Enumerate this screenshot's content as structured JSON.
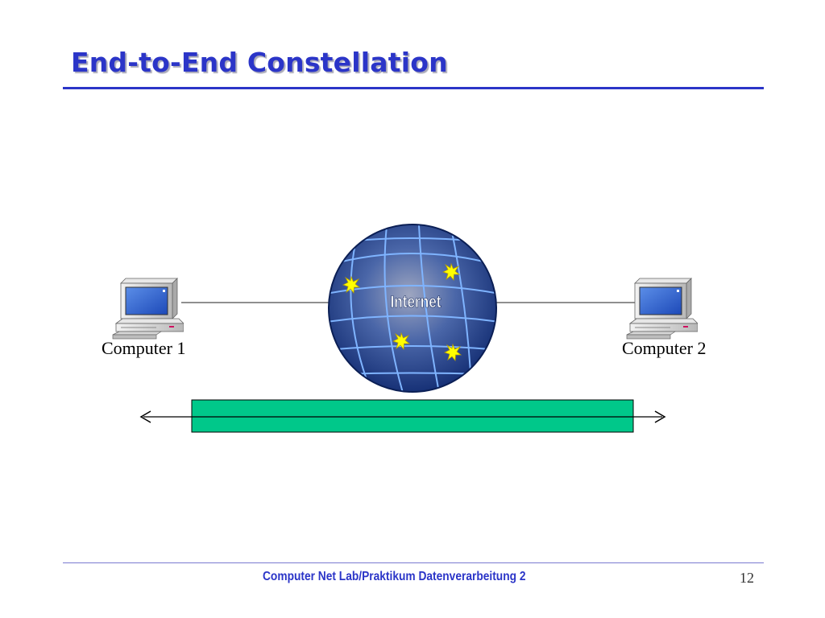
{
  "slide": {
    "title": "End-to-End Constellation",
    "footer": "Computer Net Lab/Praktikum Datenverarbeitung 2",
    "page_number": "12"
  },
  "diagram": {
    "nodes": [
      {
        "id": "computer-1",
        "label": "Computer 1"
      },
      {
        "id": "internet",
        "label": "Internet"
      },
      {
        "id": "computer-2",
        "label": "Computer 2"
      }
    ],
    "icons": [
      "desktop-computer-icon",
      "globe-icon",
      "desktop-computer-icon"
    ],
    "colors": {
      "title": "#2b35c8",
      "globe": "#1d3a8a",
      "connection_bar": "#00c88a",
      "spark": "#ffff00"
    }
  }
}
